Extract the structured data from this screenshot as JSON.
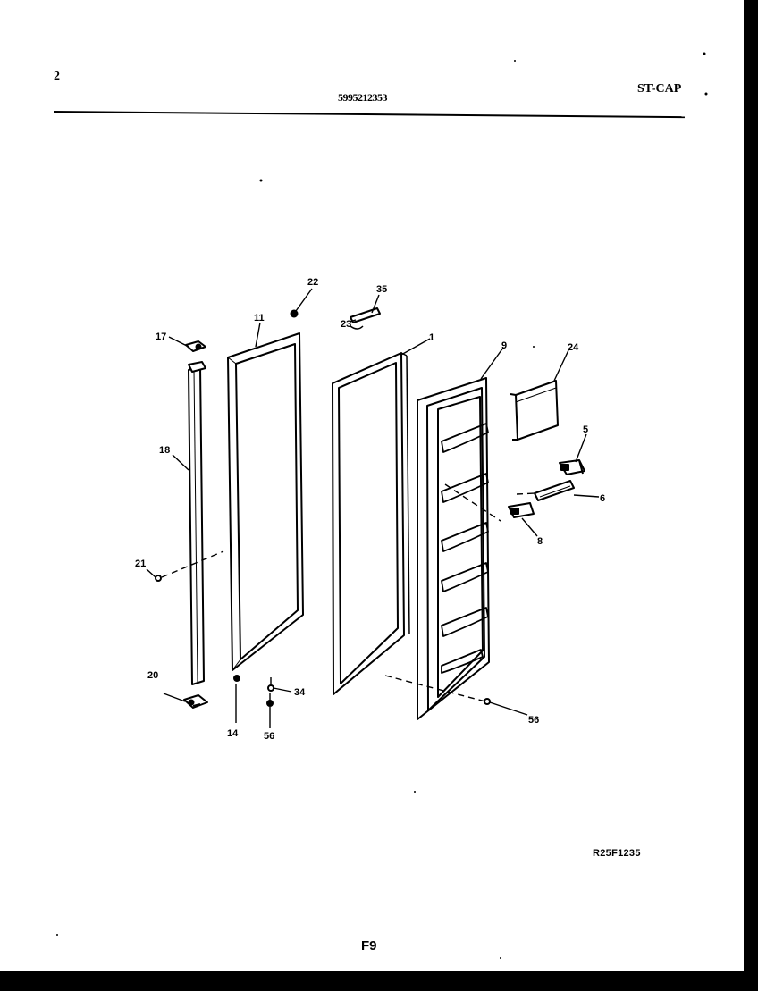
{
  "header": {
    "page_number": "2",
    "model_number": "5995212353",
    "section_code": "ST-CAP"
  },
  "diagram": {
    "reference_code": "R25F1235",
    "page_label": "F9",
    "callouts": {
      "c1": "1",
      "c5": "5",
      "c6": "6",
      "c8": "8",
      "c9": "9",
      "c11": "11",
      "c14": "14",
      "c17": "17",
      "c18": "18",
      "c20": "20",
      "c21": "21",
      "c22": "22",
      "c23": "23",
      "c24": "24",
      "c34": "34",
      "c35": "35",
      "c56a": "56",
      "c56b": "56"
    }
  }
}
